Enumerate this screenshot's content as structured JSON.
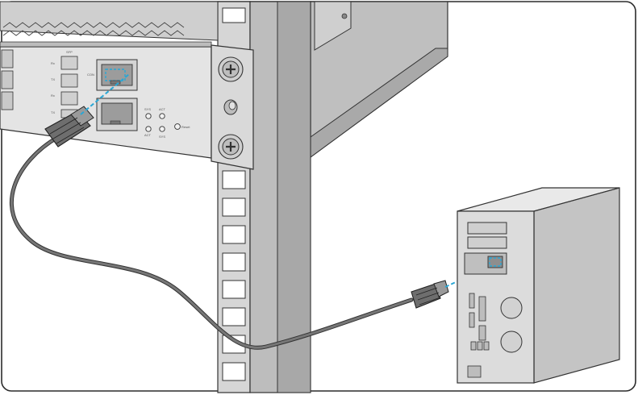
{
  "switch_panel": {
    "port_labels": [
      "Rx",
      "TX",
      "Rx",
      "TX"
    ],
    "sfp_header": "SFP",
    "console_label": "CON",
    "mgmt_label": "",
    "led_labels": [
      "SYS",
      "ACT",
      "ACT",
      "SYS"
    ],
    "reset_label": "Reset"
  },
  "connection": {
    "cable_color": "#777777",
    "link_line_color": "#2aa7d5",
    "port_highlight_color": "#2aa7d5"
  },
  "colors": {
    "rack_light": "#d9d9d9",
    "rack_mid": "#bdbdbd",
    "rack_dark": "#a0a0a0",
    "outline": "#333333",
    "pc_front": "#dcdcdc",
    "pc_side": "#c4c4c4",
    "pc_top": "#e9e9e9"
  }
}
